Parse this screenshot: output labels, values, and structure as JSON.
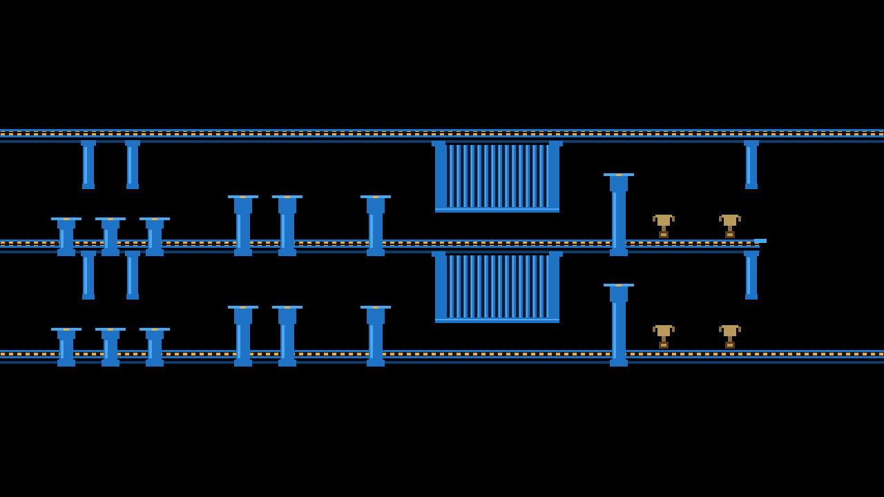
{
  "scene": {
    "type": "platformer-level",
    "palette": {
      "background": "#000000",
      "pipe_blue": "#1f73c4",
      "pipe_light": "#4aa8f0",
      "pipe_dark": "#0c3c6e",
      "hazard_stripe": "#e8b040",
      "trophy_gold": "#b89a5a"
    },
    "objects": {
      "rails": [
        "conveyor-rail",
        "conveyor-rail",
        "conveyor-rail"
      ],
      "pipe_pillars": 21,
      "spike_gates": 2,
      "trophies": 4
    }
  }
}
